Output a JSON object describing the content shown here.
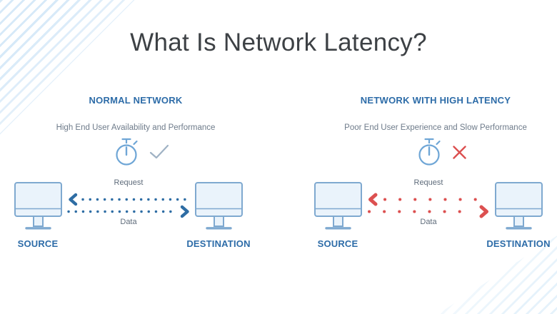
{
  "title": "What Is Network Latency?",
  "colors": {
    "accent_blue": "#2d6ca8",
    "dot_blue": "#2e6da4",
    "error_red": "#dc5050",
    "title_gray": "#3d4145",
    "subtitle_gray": "#6e7b8a",
    "monitor_stroke": "#7fa9d0",
    "monitor_fill": "#eaf3fb",
    "stripe_blue": "#cfe5f7",
    "check_gray": "#9fb2c4"
  },
  "panels": [
    {
      "header": "NORMAL NETWORK",
      "subtitle": "High End User Availability and Performance",
      "timer_status": "ok",
      "request_label": "Request",
      "data_label": "Data",
      "source_label": "SOURCE",
      "destination_label": "DESTINATION"
    },
    {
      "header": "NETWORK WITH HIGH LATENCY",
      "subtitle": "Poor End User Experience and Slow Performance",
      "timer_status": "slow",
      "request_label": "Request",
      "data_label": "Data",
      "source_label": "SOURCE",
      "destination_label": "DESTINATION"
    }
  ]
}
